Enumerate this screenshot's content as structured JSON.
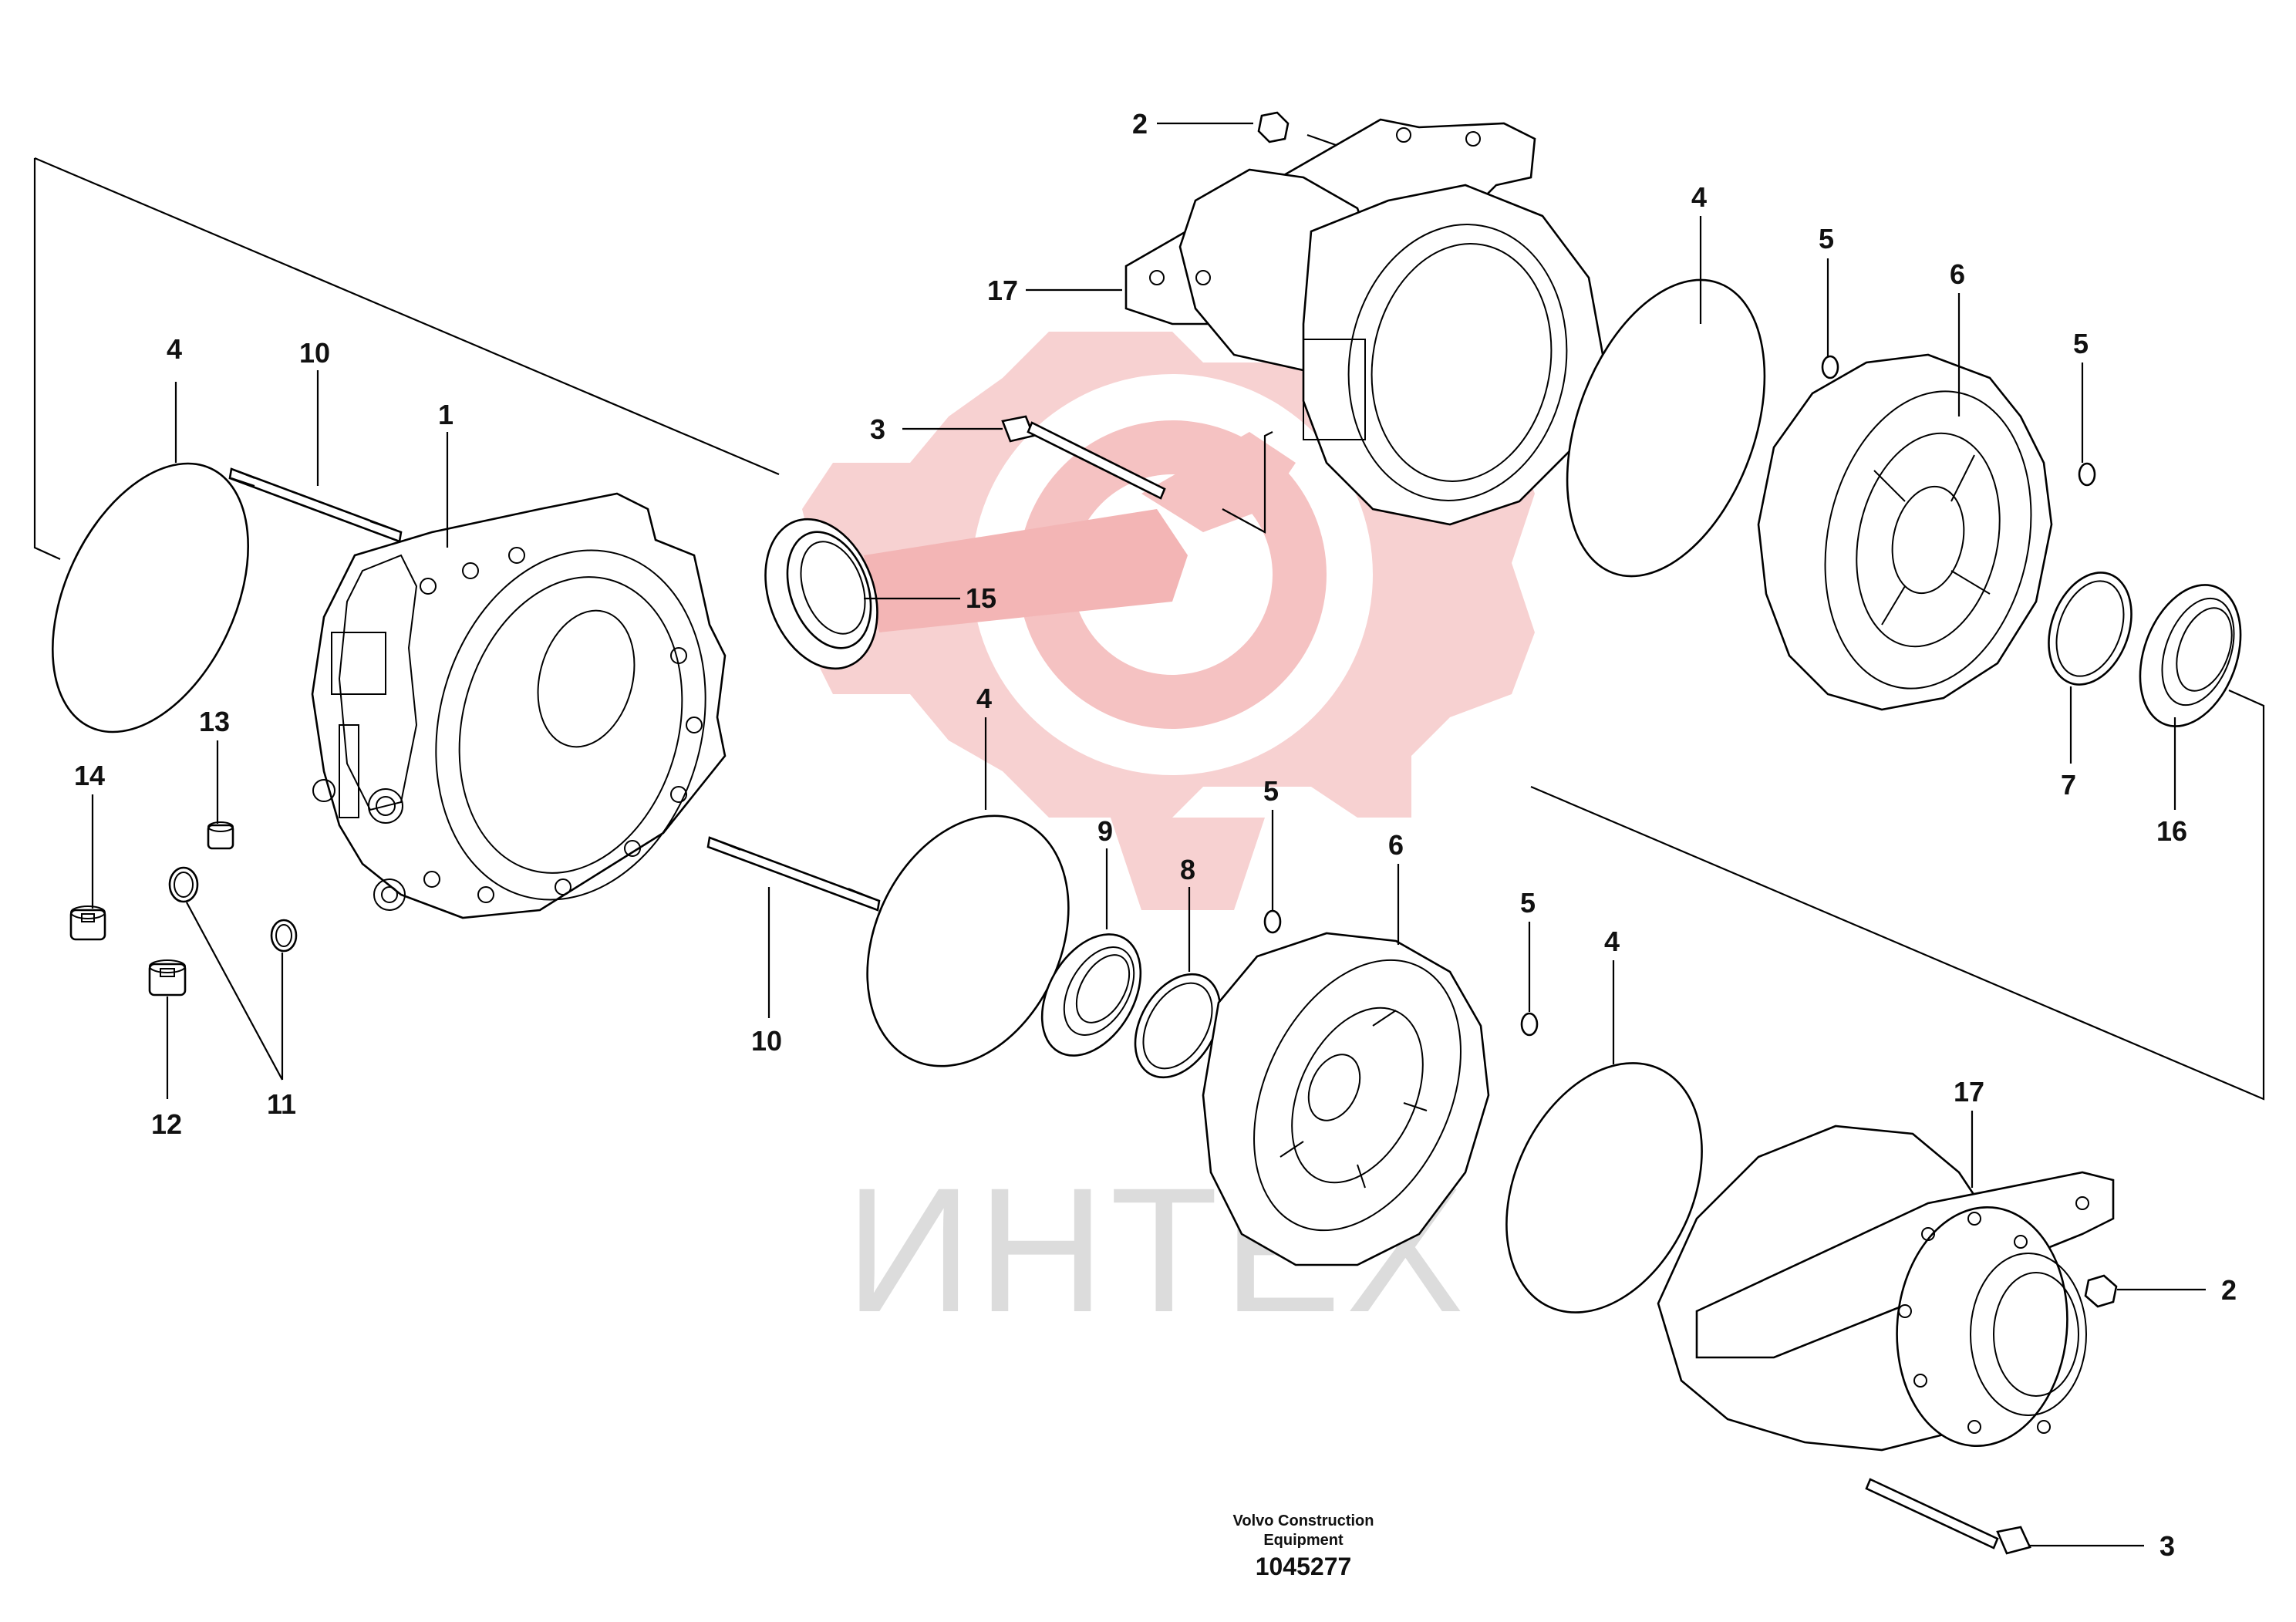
{
  "callouts": [
    {
      "id": "c-2-top",
      "text": "2"
    },
    {
      "id": "c-17-top",
      "text": "17"
    },
    {
      "id": "c-3-top",
      "text": "3"
    },
    {
      "id": "c-4-top",
      "text": "4"
    },
    {
      "id": "c-5-top-a",
      "text": "5"
    },
    {
      "id": "c-6-top",
      "text": "6"
    },
    {
      "id": "c-5-top-b",
      "text": "5"
    },
    {
      "id": "c-7",
      "text": "7"
    },
    {
      "id": "c-16",
      "text": "16"
    },
    {
      "id": "c-4-left",
      "text": "4"
    },
    {
      "id": "c-10-top",
      "text": "10"
    },
    {
      "id": "c-1",
      "text": "1"
    },
    {
      "id": "c-15",
      "text": "15"
    },
    {
      "id": "c-13",
      "text": "13"
    },
    {
      "id": "c-14",
      "text": "14"
    },
    {
      "id": "c-11",
      "text": "11"
    },
    {
      "id": "c-12",
      "text": "12"
    },
    {
      "id": "c-10-bottom",
      "text": "10"
    },
    {
      "id": "c-4-mid",
      "text": "4"
    },
    {
      "id": "c-9",
      "text": "9"
    },
    {
      "id": "c-8",
      "text": "8"
    },
    {
      "id": "c-5-mid-a",
      "text": "5"
    },
    {
      "id": "c-6-mid",
      "text": "6"
    },
    {
      "id": "c-5-mid-b",
      "text": "5"
    },
    {
      "id": "c-4-right",
      "text": "4"
    },
    {
      "id": "c-17-bottom",
      "text": "17"
    },
    {
      "id": "c-2-bottom",
      "text": "2"
    },
    {
      "id": "c-3-bottom",
      "text": "3"
    }
  ],
  "caption": {
    "line1": "Volvo Construction",
    "line2": "Equipment",
    "part_number": "1045277"
  },
  "watermark": {
    "text": "ИНТЕХ",
    "logo_color": "#f4b8b8",
    "text_color": "#dcdcdc"
  }
}
